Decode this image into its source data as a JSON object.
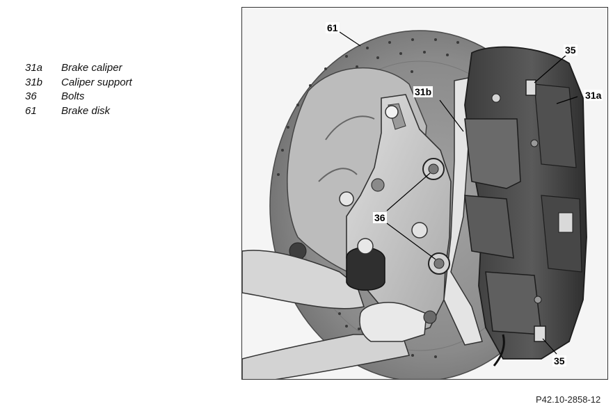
{
  "legend": [
    {
      "code": "31a",
      "label": "Brake caliper"
    },
    {
      "code": "31b",
      "label": "Caliper support"
    },
    {
      "code": "36",
      "label": "Bolts"
    },
    {
      "code": "61",
      "label": "Brake disk"
    }
  ],
  "callouts": {
    "c61": "61",
    "c35_top": "35",
    "c31b": "31b",
    "c31a": "31a",
    "c36": "36",
    "c35_bottom": "35"
  },
  "reference_code": "P42.10-2858-12",
  "colors": {
    "disk": "#8c8c8c",
    "disk_dark": "#6f6f6f",
    "caliper": "#4a4a4a",
    "caliper_dark": "#333333",
    "knuckle": "#c9c9c9",
    "shield": "#bdbdbd",
    "arm": "#d9d9d9"
  }
}
